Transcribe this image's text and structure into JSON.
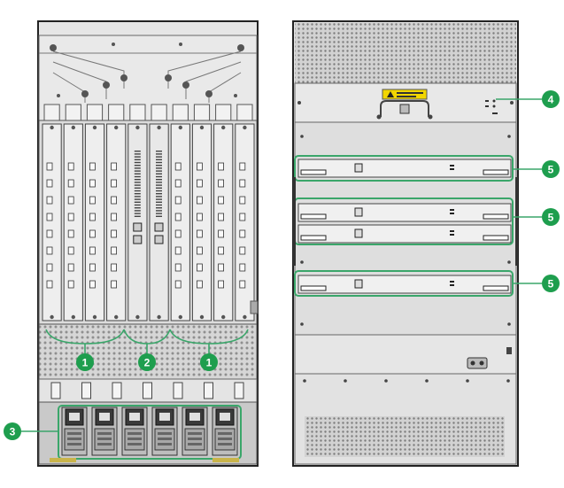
{
  "colors": {
    "callout": "#1e9e4e",
    "callout_line": "#3aa66a",
    "chassis": "#d9d9d9",
    "frame": "#333333",
    "mesh": "#c9c9c9",
    "warning": "#f2d600"
  },
  "left_chassis": {
    "card_slots": 10,
    "power_supplies": 6
  },
  "callouts": [
    {
      "id": "c1a",
      "label": "1"
    },
    {
      "id": "c2",
      "label": "2"
    },
    {
      "id": "c1b",
      "label": "1"
    },
    {
      "id": "c3",
      "label": "3"
    },
    {
      "id": "c4",
      "label": "4"
    },
    {
      "id": "c5a",
      "label": "5"
    },
    {
      "id": "c5b",
      "label": "5"
    },
    {
      "id": "c5c",
      "label": "5"
    }
  ]
}
